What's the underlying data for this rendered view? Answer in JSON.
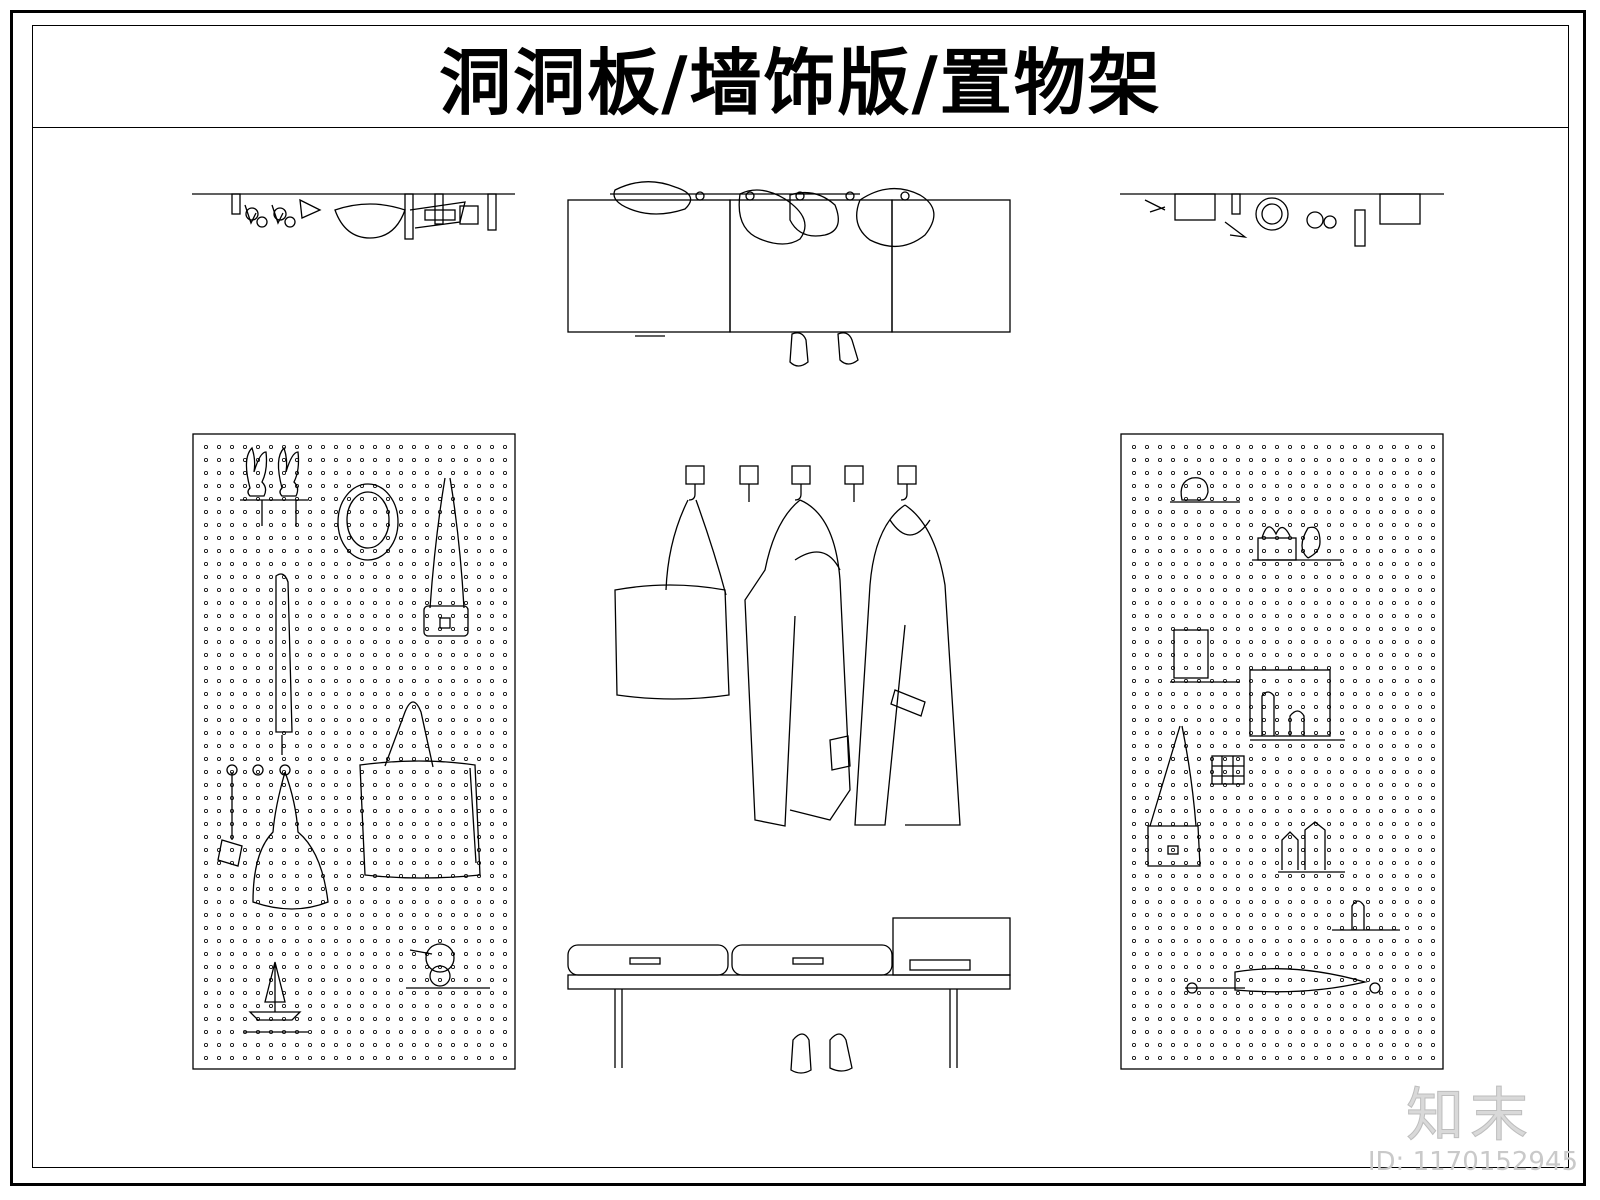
{
  "title": "洞洞板/墙饰版/置物架",
  "watermark": {
    "brand": "知末",
    "id_label": "ID: 1170152945"
  },
  "colors": {
    "line": "#000000",
    "background": "#ffffff",
    "watermark": "#cccccc"
  }
}
